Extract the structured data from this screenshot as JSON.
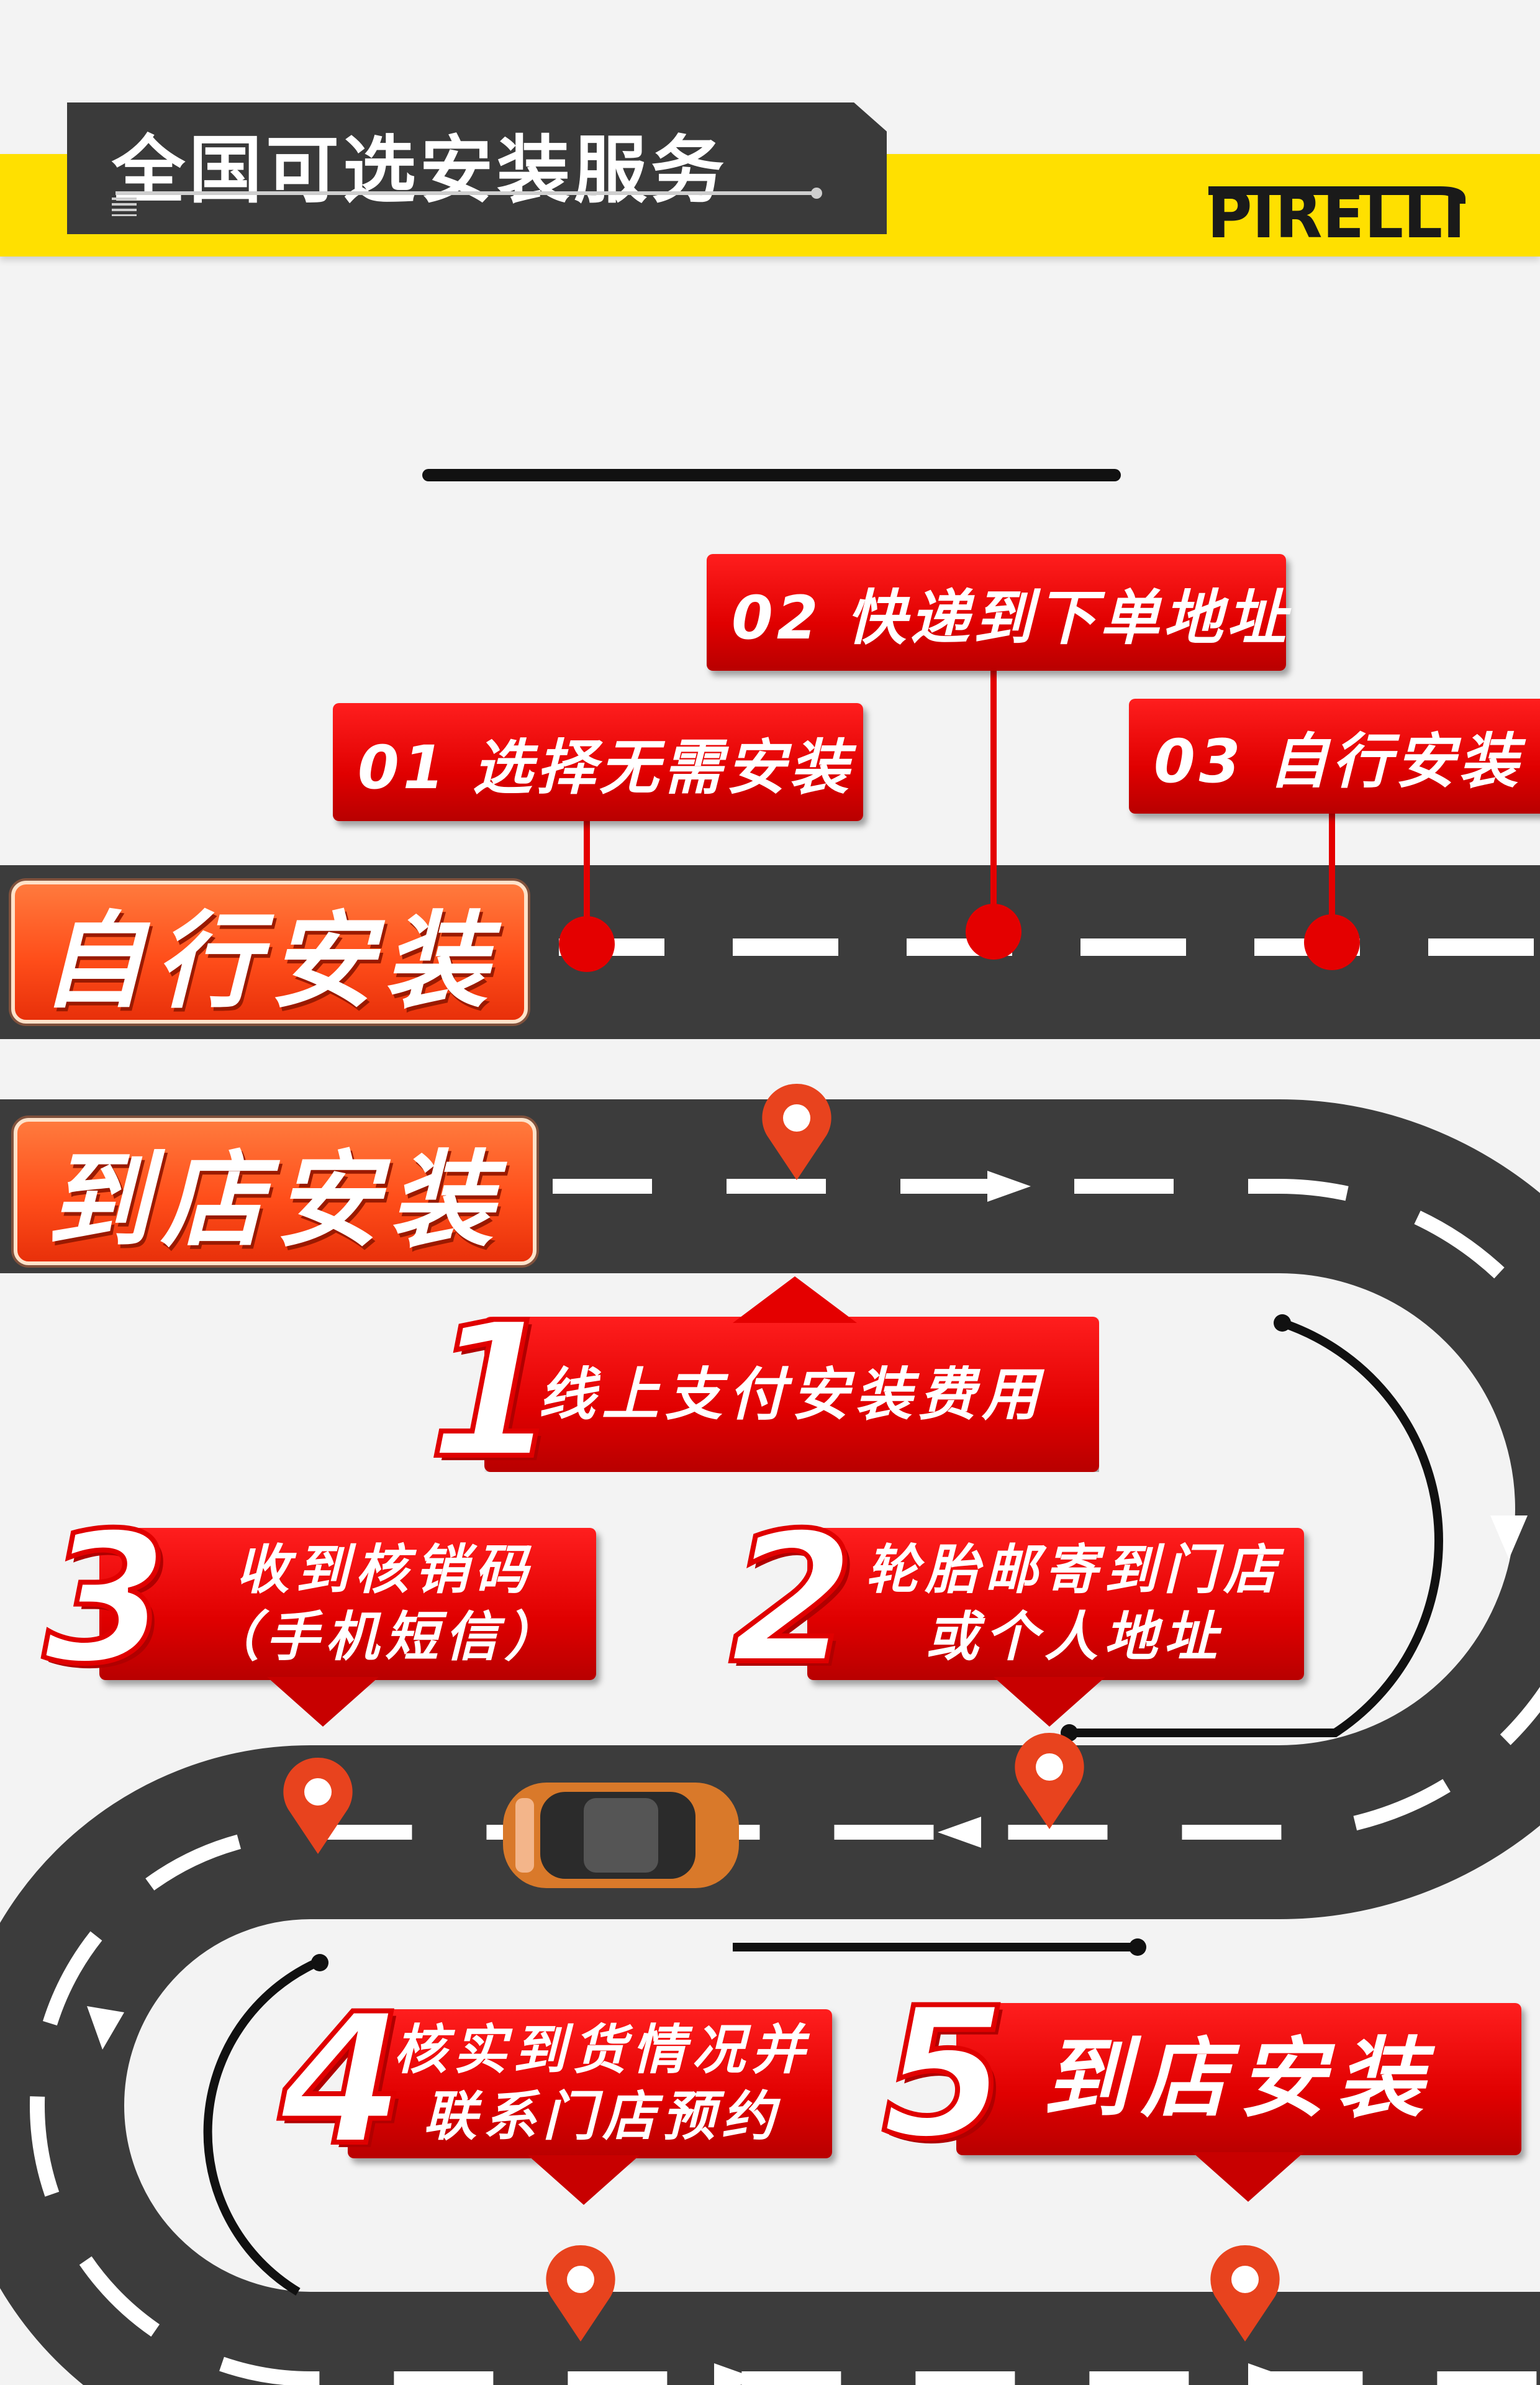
{
  "header": {
    "title": "全国可选安装服务",
    "brand": "PIRELLI"
  },
  "self_install": {
    "road_label": "自行安装",
    "steps": [
      {
        "label": "01 选择无需安装"
      },
      {
        "label": "02 快递到下单地址"
      },
      {
        "label": "03 自行安装"
      }
    ]
  },
  "store_install": {
    "road_label": "到店安装",
    "steps": [
      {
        "number": "1",
        "line1": "线上支付安装费用",
        "line2": ""
      },
      {
        "number": "2",
        "line1": "轮胎邮寄到门店",
        "line2": "或个人地址"
      },
      {
        "number": "3",
        "line1": "收到核销码",
        "line2": "（手机短信）"
      },
      {
        "number": "4",
        "line1": "核实到货情况并",
        "line2": "联系门店预约"
      },
      {
        "number": "5",
        "line1": "到店安装",
        "line2": ""
      }
    ]
  },
  "colors": {
    "accent_red": "#e00000",
    "road": "#3c3c3c",
    "header_yellow": "#ffe000",
    "label_orange": "#ff4e1a"
  },
  "icons": [
    "location-pin-icon",
    "arrow-icon",
    "car-icon",
    "pirelli-logo"
  ]
}
